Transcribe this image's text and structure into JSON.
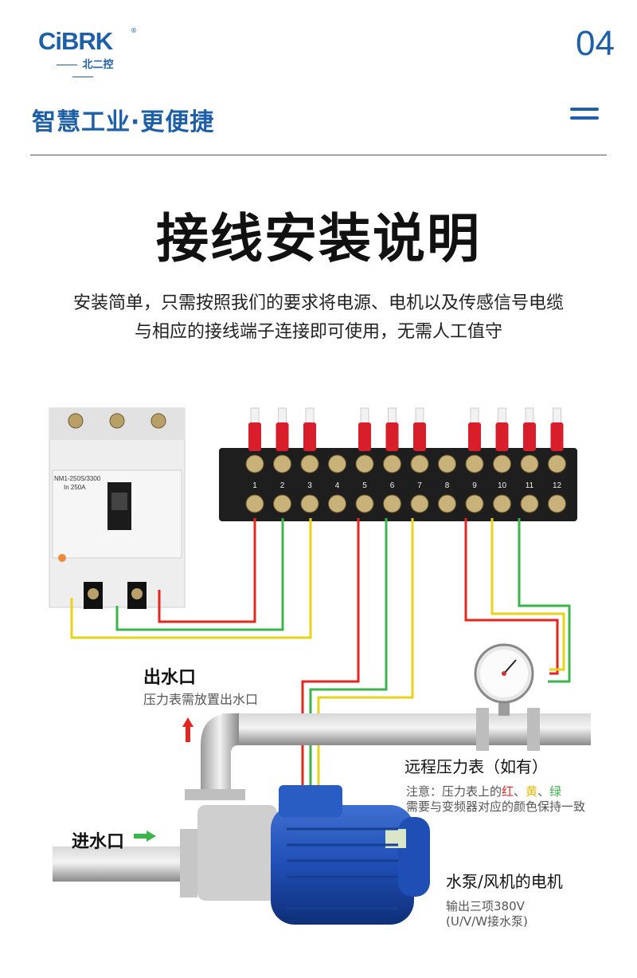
{
  "header": {
    "logo_text": "CiBRK",
    "logo_reg": "®",
    "logo_sub": "北二控",
    "page_number": "04",
    "slogan": "智慧工业·更便捷",
    "menu_icon": "menu-icon"
  },
  "main": {
    "title": "接线安装说明",
    "desc_line1": "安装简单，只需按照我们的要求将电源、电机以及传感信号电缆",
    "desc_line2": "与相应的接线端子连接即可使用，无需人工值守"
  },
  "diagram": {
    "outlet_label": "出水口",
    "outlet_note": "压力表需放置出水口",
    "inlet_label": "进水口",
    "gauge_label": "远程压力表（如有）",
    "gauge_note_prefix": "注意：压力表上的",
    "gauge_note_red": "红",
    "gauge_note_sep1": "、",
    "gauge_note_yellow": "黄",
    "gauge_note_sep2": "、",
    "gauge_note_green": "绿",
    "gauge_note_line2": "需要与变频器对应的颜色保持一致",
    "motor_label": "水泵/风机的电机",
    "motor_note_line1": "输出三项380V",
    "motor_note_line2": "(U/V/W接水泵)",
    "breaker_model": "NM1-250S/3300",
    "breaker_rating": "In 250A",
    "terminal_numbers": [
      "1",
      "2",
      "3",
      "4",
      "5",
      "6",
      "7",
      "8",
      "9",
      "10",
      "11",
      "12"
    ],
    "wire_colors": {
      "red": "#e5261f",
      "yellow": "#e8d21a",
      "green": "#3bb54a"
    }
  }
}
